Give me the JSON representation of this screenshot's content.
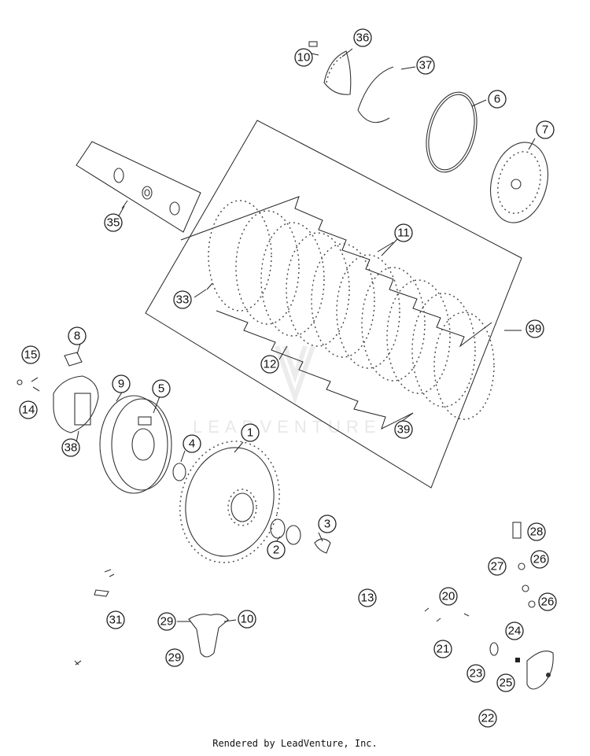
{
  "diagram": {
    "callouts": [
      "10",
      "36",
      "37",
      "6",
      "7",
      "35",
      "11",
      "33",
      "99",
      "12",
      "39",
      "8",
      "15",
      "9",
      "5",
      "14",
      "38",
      "1",
      "4",
      "3",
      "2",
      "28",
      "27",
      "26",
      "13",
      "20",
      "26",
      "31",
      "29",
      "10",
      "24",
      "21",
      "29",
      "23",
      "25",
      "22"
    ],
    "watermark": "LEADVENTURE",
    "footer": "Rendered by LeadVenture, Inc."
  }
}
